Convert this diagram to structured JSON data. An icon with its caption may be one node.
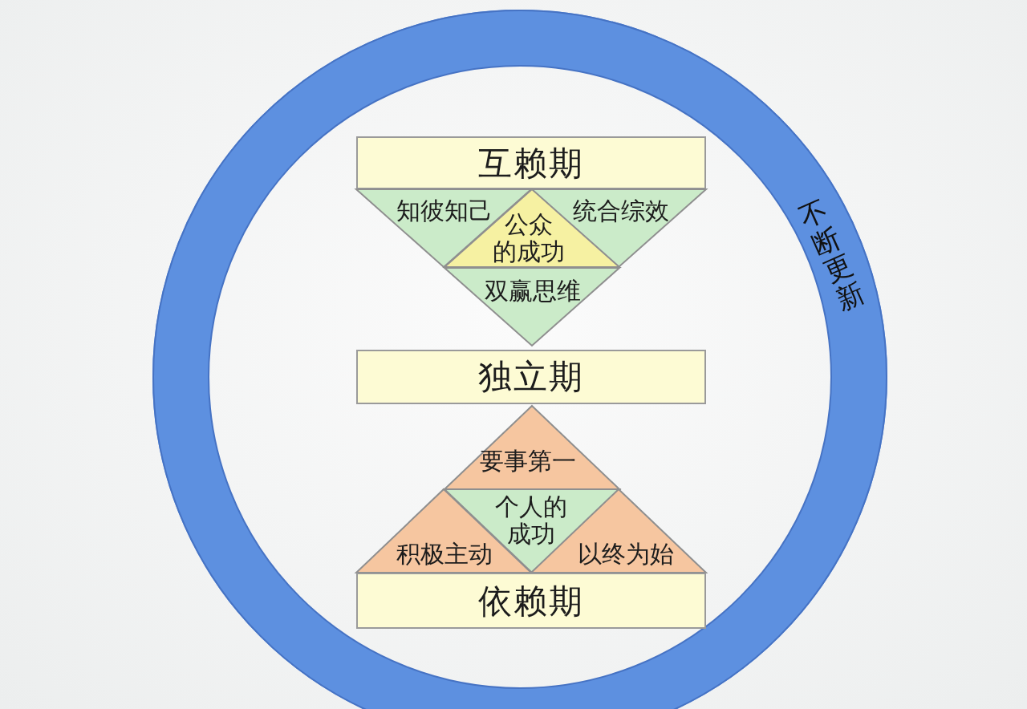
{
  "diagram": {
    "nodes": [
      {
        "text": [
          "不断更新"
        ]
      },
      {
        "text": [
          "互赖期"
        ],
        "in": 0
      },
      {
        "text": [
          "知彼知己"
        ],
        "in": 0
      },
      {
        "text": [
          "统合综效"
        ],
        "in": 0
      },
      {
        "text": [
          "公众的成功"
        ],
        "in": 0
      },
      {
        "text": [
          "双赢思维"
        ],
        "in": 0
      },
      {
        "text": [
          "独立期"
        ],
        "in": 0
      },
      {
        "text": [
          "要事第一"
        ],
        "in": 0
      },
      {
        "text": [
          "个人的成功"
        ],
        "in": 0
      },
      {
        "text": [
          "积极主动"
        ],
        "in": 0
      },
      {
        "text": [
          "以终为始"
        ],
        "in": 0
      },
      {
        "text": [
          "依赖期"
        ],
        "in": 0
      }
    ]
  }
}
